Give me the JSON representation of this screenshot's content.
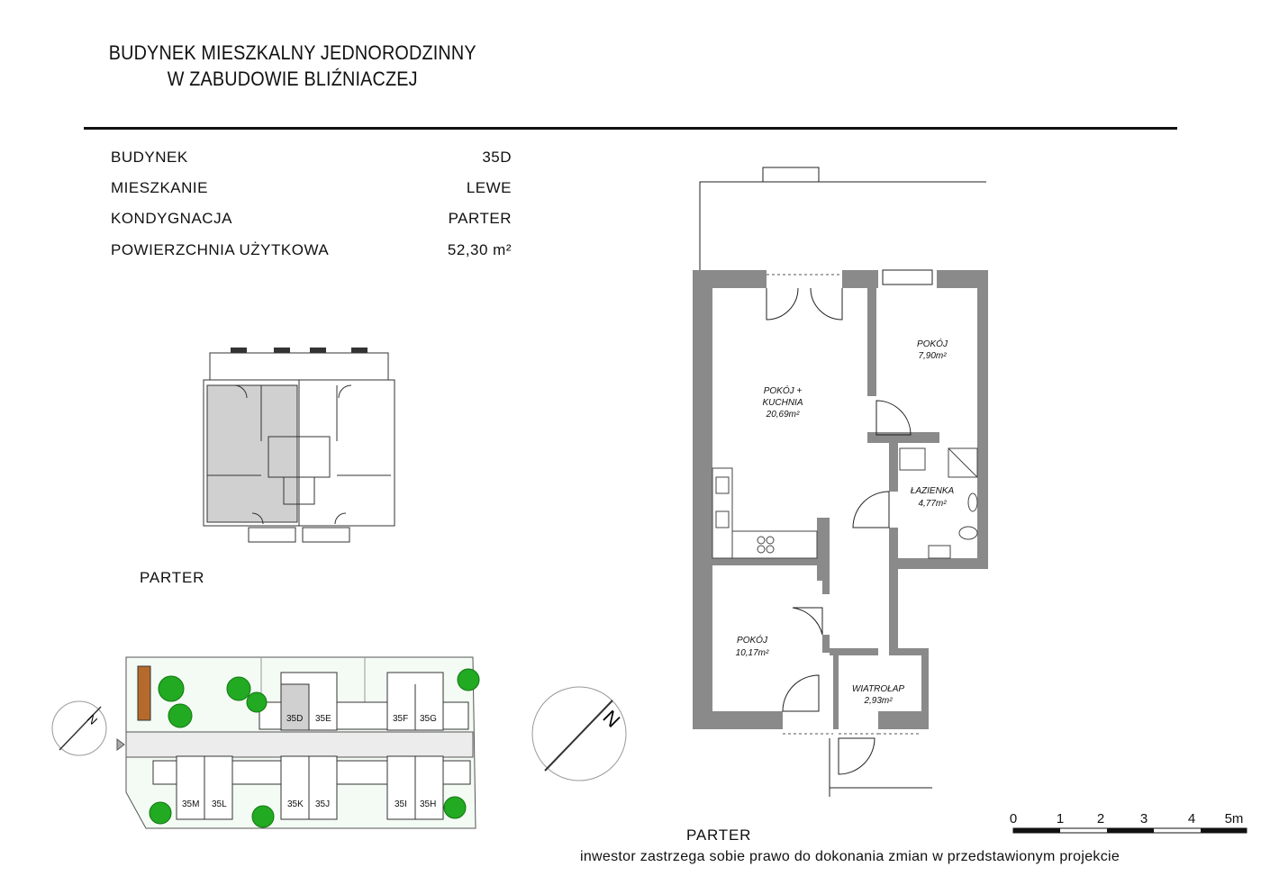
{
  "header": {
    "title_line1": "BUDYNEK MIESZKALNY JEDNORODZINNY",
    "title_line2": "W ZABUDOWIE BLIŹNIACZEJ"
  },
  "info": [
    {
      "label": "BUDYNEK",
      "value": "35D"
    },
    {
      "label": "MIESZKANIE",
      "value": "LEWE"
    },
    {
      "label": "KONDYGNACJA",
      "value": "PARTER"
    },
    {
      "label": "POWIERZCHNIA UŻYTKOWA",
      "value": "52,30 m²"
    }
  ],
  "key_plan": {
    "caption": "PARTER"
  },
  "site_plan": {
    "units_top": [
      "35D",
      "35E",
      "35F",
      "35G"
    ],
    "units_bottom": [
      "35M",
      "35L",
      "35K",
      "35J",
      "35I",
      "35H"
    ],
    "north_label": "N",
    "highlighted_unit": "35D"
  },
  "compass": {
    "north_label": "N"
  },
  "floor_plan": {
    "caption": "PARTER",
    "rooms": [
      {
        "name": "POKÓJ",
        "area": "7,90m²"
      },
      {
        "name_line1": "POKÓJ +",
        "name_line2": "KUCHNIA",
        "area": "20,69m²"
      },
      {
        "name": "ŁAZIENKA",
        "area": "4,77m²"
      },
      {
        "name": "POKÓJ",
        "area": "10,17m²"
      },
      {
        "name": "WIATROŁAP",
        "area": "2,93m²"
      }
    ]
  },
  "scale_bar": {
    "ticks": [
      "0",
      "1",
      "2",
      "3",
      "4",
      "5m"
    ]
  },
  "disclaimer": "inwestor zastrzega sobie prawo do dokonania zmian w przedstawionym projekcie",
  "colors": {
    "wall": "#8a8a8a",
    "highlight": "#d0d0d0",
    "greenery": "#22aa22",
    "line": "#111111"
  }
}
